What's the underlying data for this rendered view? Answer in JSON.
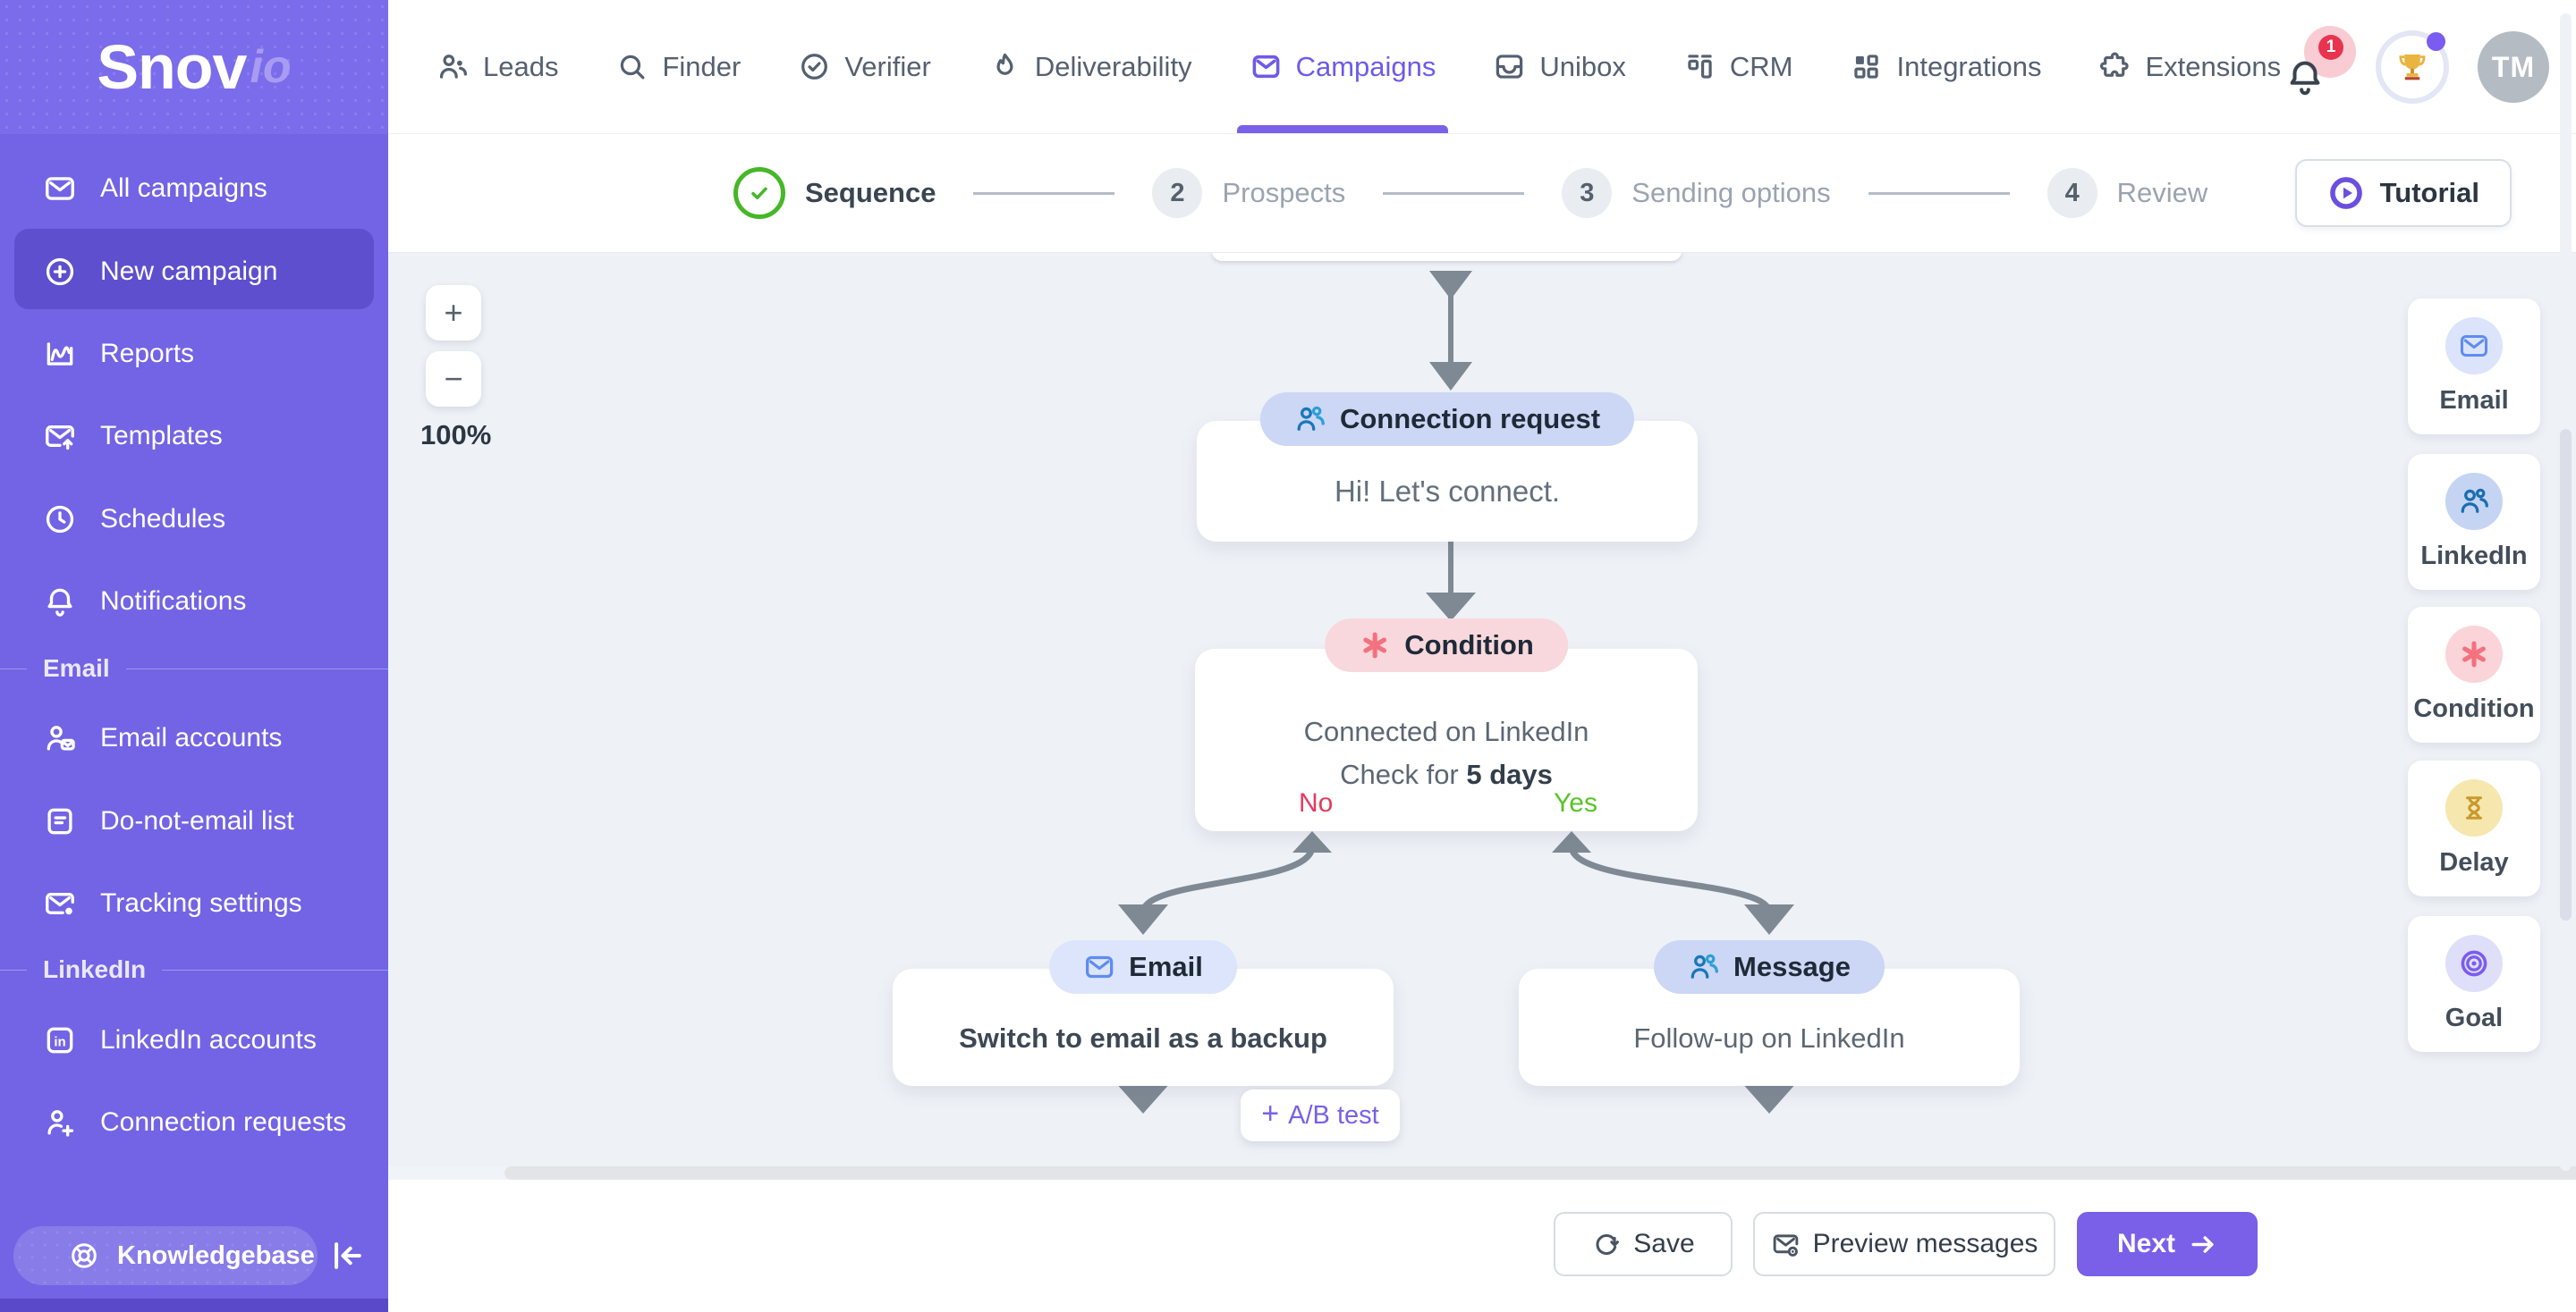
{
  "sidebar": {
    "logo": {
      "brand": "Snov",
      "suffix": "io"
    },
    "menu_top": [
      {
        "label": "All campaigns"
      },
      {
        "label": "New campaign",
        "active": true
      },
      {
        "label": "Reports"
      },
      {
        "label": "Templates"
      },
      {
        "label": "Schedules"
      },
      {
        "label": "Notifications"
      }
    ],
    "sections": {
      "email": "Email",
      "linkedin": "LinkedIn"
    },
    "menu_email": [
      {
        "label": "Email accounts"
      },
      {
        "label": "Do-not-email list"
      },
      {
        "label": "Tracking settings"
      }
    ],
    "menu_linkedin": [
      {
        "label": "LinkedIn accounts"
      },
      {
        "label": "Connection requests"
      }
    ],
    "knowledgebase_label": "Knowledgebase"
  },
  "topnav": {
    "items": [
      {
        "label": "Leads"
      },
      {
        "label": "Finder"
      },
      {
        "label": "Verifier"
      },
      {
        "label": "Deliverability"
      },
      {
        "label": "Campaigns",
        "active": true
      },
      {
        "label": "Unibox"
      },
      {
        "label": "CRM"
      },
      {
        "label": "Integrations"
      },
      {
        "label": "Extensions"
      }
    ],
    "notification_count": "1",
    "avatar_initials": "TM"
  },
  "stepper": {
    "steps": [
      {
        "label": "Sequence",
        "state": "done"
      },
      {
        "number": "2",
        "label": "Prospects"
      },
      {
        "number": "3",
        "label": "Sending options"
      },
      {
        "number": "4",
        "label": "Review"
      }
    ],
    "tutorial_label": "Tutorial"
  },
  "canvas": {
    "zoom_in": "+",
    "zoom_out": "−",
    "zoom_level": "100%",
    "nodes": {
      "connection_request": {
        "type_label": "Connection request",
        "body": "Hi! Let's connect."
      },
      "condition": {
        "type_label": "Condition",
        "line1": "Connected on LinkedIn",
        "line2_prefix": "Check for ",
        "line2_value": "5 days",
        "branch_no": "No",
        "branch_yes": "Yes"
      },
      "email": {
        "type_label": "Email",
        "body": "Switch to email as a backup"
      },
      "message": {
        "type_label": "Message",
        "body": "Follow-up on LinkedIn"
      },
      "ab_test": {
        "plus": "+",
        "label": "A/B test"
      }
    }
  },
  "palette": {
    "items": [
      {
        "label": "Email"
      },
      {
        "label": "LinkedIn"
      },
      {
        "label": "Condition"
      },
      {
        "label": "Delay"
      },
      {
        "label": "Goal"
      }
    ]
  },
  "footer": {
    "save_label": "Save",
    "preview_label": "Preview messages",
    "next_label": "Next"
  },
  "colors": {
    "sidebar": "#7264e4",
    "accent": "#7a5fe8",
    "branch_no": "#e63a5e",
    "branch_yes": "#59c327",
    "pill_blue": "#ccd6f5",
    "pill_light_blue": "#dce5fb",
    "pill_pink": "#f8d8dc",
    "edge_gray": "#7e8993"
  }
}
